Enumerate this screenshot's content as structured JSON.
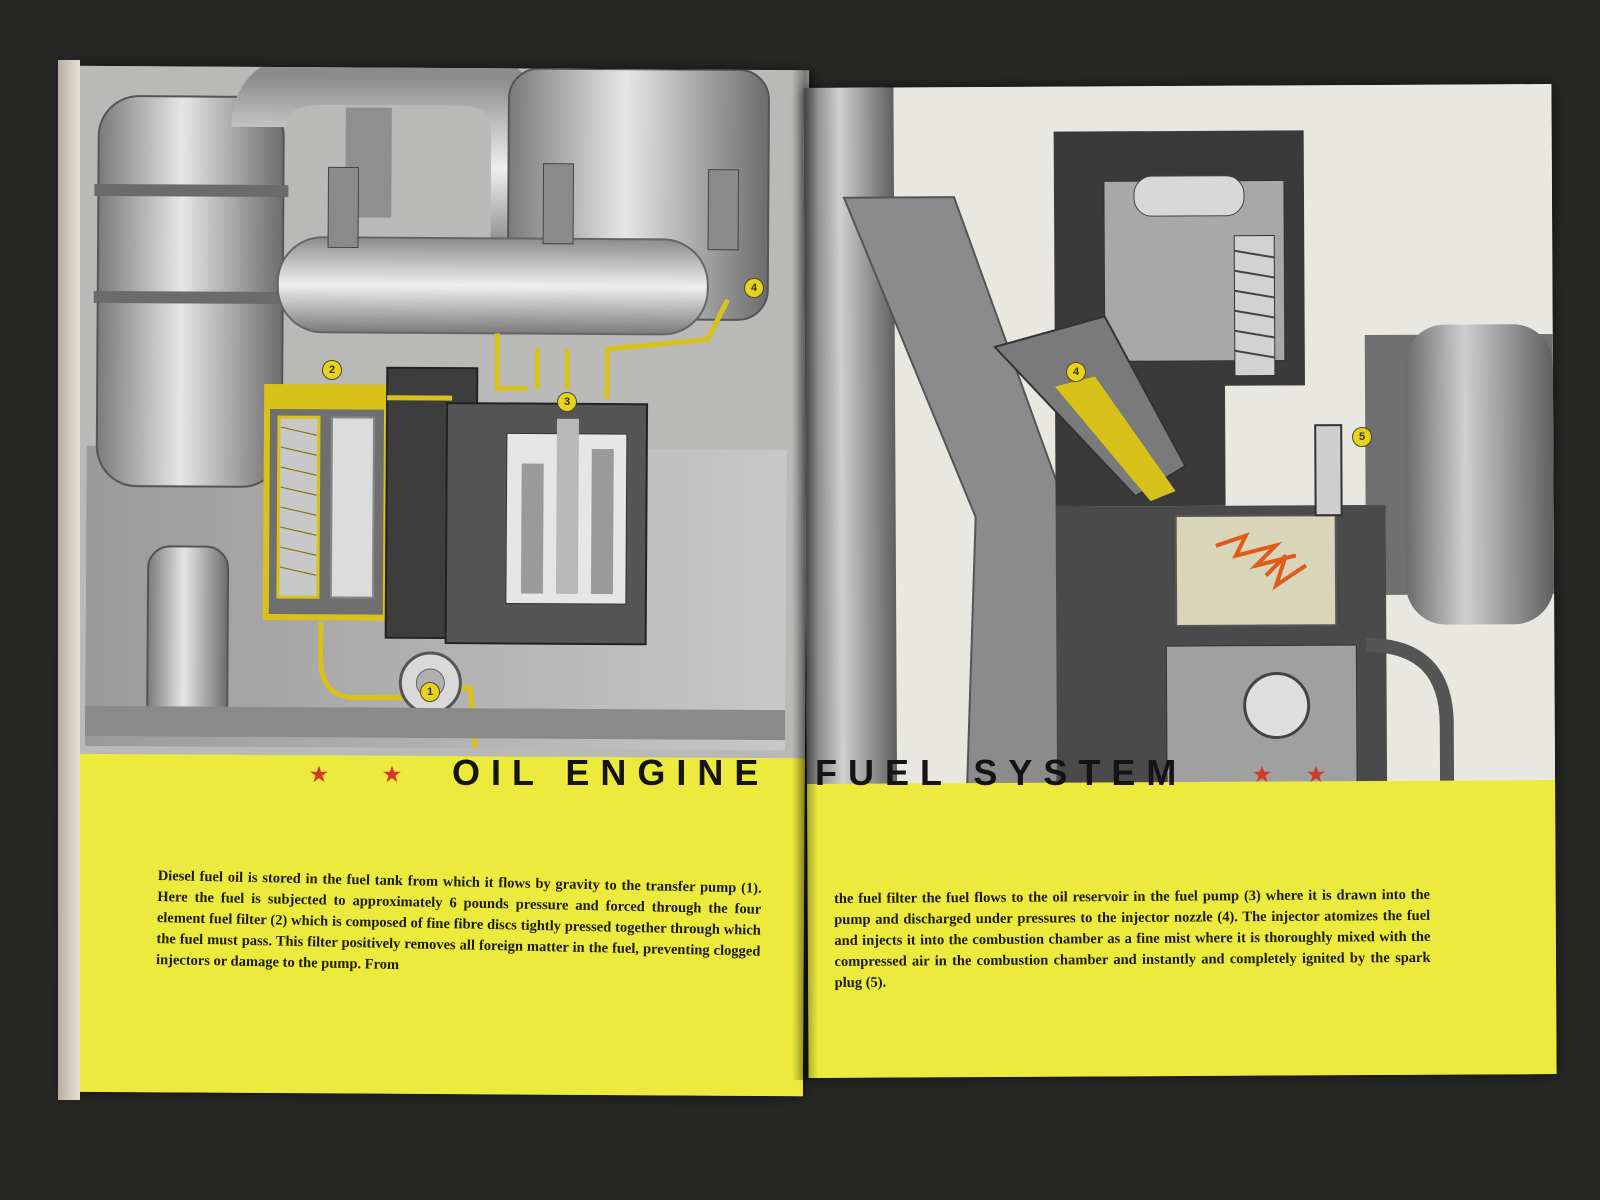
{
  "title_left": "OIL ENGINE",
  "title_right": "FUEL SYSTEM",
  "stars": [
    "★",
    "★",
    "★",
    "★"
  ],
  "paragraph_left": "Diesel fuel oil is stored in the fuel tank from which it flows by gravity to the transfer pump (1). Here the fuel is subjected to approximately 6 pounds pressure and forced through the four element fuel filter (2) which is composed of fine fibre discs tightly pressed together through which the fuel must pass. This filter positively removes all foreign matter in the fuel, preventing clogged injectors or damage to the pump. From",
  "paragraph_right": "the fuel filter the fuel flows to the oil reservoir in the fuel pump (3) where it is drawn into the pump and discharged under pressures to the injector nozzle (4). The injector atomizes the fuel and injects it into the combustion chamber as a fine mist where it is thoroughly mixed with the compressed air in the combustion chamber and instantly and completely ignited by the spark plug (5).",
  "markers": [
    "1",
    "2",
    "3",
    "4",
    "4",
    "5"
  ],
  "colors": {
    "band_yellow": "#ecea3c",
    "fuel_line_yellow": "#d8c21a",
    "star_red": "#d4382a"
  }
}
